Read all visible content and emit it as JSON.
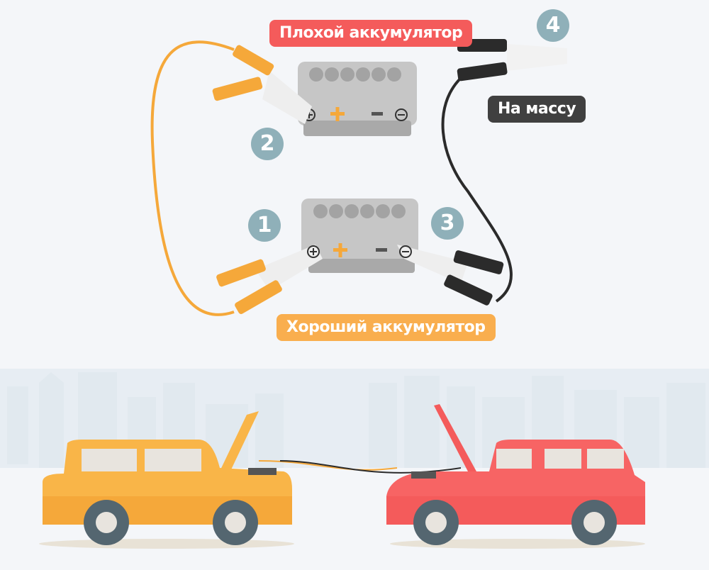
{
  "labels": {
    "bad_battery": "Плохой аккумулятор",
    "good_battery": "Хороший аккумулятор",
    "ground": "На массу"
  },
  "steps": [
    "1",
    "2",
    "3",
    "4"
  ],
  "colors": {
    "bad": "#f45b5b",
    "good": "#f9ae4e",
    "ground": "#404040",
    "badge": "#8fb0b9",
    "orange_cable": "#f5a83a",
    "black_cable": "#2b2b2b",
    "battery": "#c6c6c6",
    "yellow_car": "#f9b548",
    "red_car": "#f76464"
  },
  "icons": [
    "battery-icon",
    "clamp-icon",
    "car-icon",
    "plus-icon",
    "minus-icon"
  ]
}
